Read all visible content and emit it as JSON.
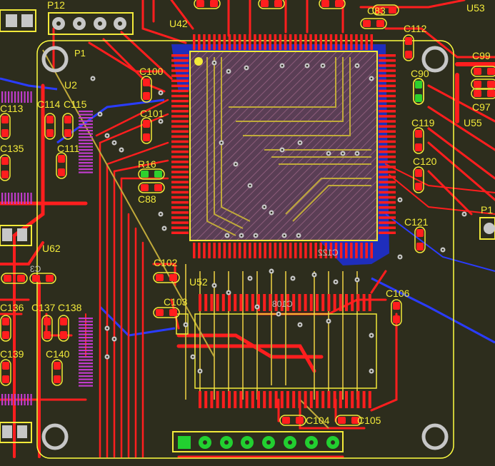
{
  "view": {
    "title": "PCB layout editor"
  },
  "colors": {
    "background": "#2d2d1d",
    "top_copper": "#ff1e1e",
    "bottom_copper": "#2a3cff",
    "silkscreen": "#f2ea3a",
    "via": "#c7c7c7",
    "board_outline": "#ffff40",
    "hatch": "#7a4a6a"
  },
  "designators": {
    "p12": "P12",
    "u53": "U53",
    "c83": "C83",
    "u42": "U42",
    "c112": "C112",
    "p1": "P1",
    "c99": "C99",
    "c100": "C100",
    "c90": "C90",
    "c97": "C97",
    "c114": "C114",
    "c115": "C115",
    "c113": "C113",
    "c101": "C101",
    "c119": "C119",
    "u55": "U55",
    "c135": "C135",
    "c111": "C111",
    "r16": "R16",
    "c120": "C120",
    "c88": "C88",
    "p1r": "P1",
    "c121": "C121",
    "u62": "U62",
    "c102": "C102",
    "u52": "U52",
    "c106": "C106",
    "c103": "C103",
    "c108": "C108",
    "c136": "C136",
    "c137": "C137",
    "c138": "C138",
    "c139": "C139",
    "c140": "C140",
    "c104": "C104",
    "c105": "C105",
    "c122": "C122",
    "c3": "C3",
    "u2": "U2"
  },
  "components": [
    {
      "ref": "U42",
      "kind": "QFP-144"
    },
    {
      "ref": "U52",
      "kind": "TSOP-54"
    },
    {
      "ref": "P1",
      "kind": "header-1x8"
    },
    {
      "ref": "P12",
      "kind": "header-1x4"
    }
  ]
}
